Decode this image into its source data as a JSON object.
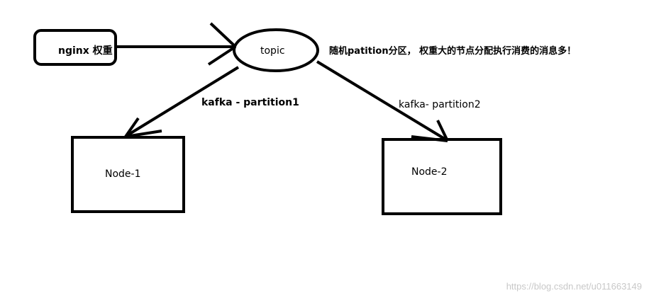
{
  "diagram": {
    "nodes": {
      "nginx": "nginx 权重",
      "topic": "topic",
      "node1": "Node-1",
      "node2": "Node-2"
    },
    "edges": {
      "partition1": "kafka - partition1",
      "partition2": "kafka- partition2"
    },
    "note": "随机patition分区， 权重大的节点分配执行消费的消息多！"
  },
  "watermark": "https://blog.csdn.net/u011663149",
  "colors": {
    "stroke": "#000000",
    "background": "#ffffff",
    "watermark": "#c8c8c8"
  }
}
